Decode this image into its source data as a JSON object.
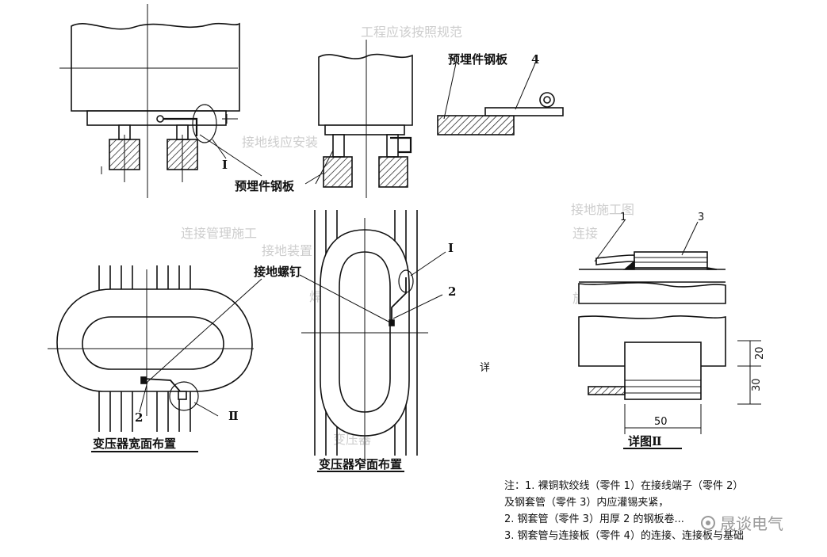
{
  "diagram": {
    "top_left_label": "预埋件钢板",
    "top_right_label": "预埋件钢板",
    "part4_number": "4",
    "callout_I_left": "I",
    "grounding_screw_label": "接地螺钉",
    "callout_I_right": "I",
    "part2_right": "2",
    "part2_left": "2",
    "callout_II": "Ⅱ",
    "wide_caption": "变压器宽面布置",
    "narrow_caption": "变压器窄面布置",
    "detail_marker": "详",
    "detail_num1": "1",
    "detail_num3": "3",
    "dim_20": "20",
    "dim_30": "30",
    "dim_50": "50",
    "detail_caption": "详图Ⅱ"
  },
  "notes": {
    "line1": "注：1. 裸铜软绞线（零件 1）在接线端子（零件 2）",
    "line2": "及钢套管（零件 3）内应灌锡夹紧，",
    "line3": "2. 钢套管（零件 3）用厚 2 的钢板卷...",
    "line4": "3. 钢套管与连接板（零件 4）的连接、连接板与基础"
  },
  "watermark": {
    "text": "晟谈电气",
    "icon": "camera-icon"
  }
}
